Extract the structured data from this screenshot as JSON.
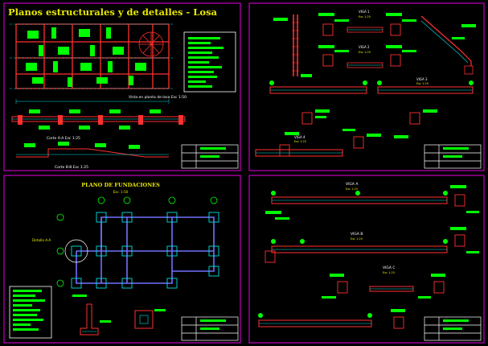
{
  "colors": {
    "background": "#000000",
    "sheet_frame": "#c000c0",
    "annotation": "#00ff00",
    "beam": "#ff3030",
    "cyan": "#00e0e0",
    "column": "#7070ff",
    "text_yellow": "#e8e800",
    "white": "#ffffff"
  },
  "sheets": {
    "s1": {
      "title": "Planos estructurales y de detalles - Losa",
      "plan_caption": "Vista en planta de losa Esc 1:50",
      "section_a": "Corte A-A Esc 1:25",
      "section_b": "Corte B-B Esc 1:25"
    },
    "s2": {
      "labels": [
        "VIGA 1",
        "VIGA 2",
        "VIGA 3",
        "VIGA 4"
      ],
      "scales": [
        "Esc 1:25",
        "Esc 1:25",
        "Esc 1:25",
        "Esc 1:25"
      ]
    },
    "s3": {
      "title": "PLANO DE FUNDACIONES",
      "subtitle": "Esc. 1:50",
      "detail_label": "Detalle A-A"
    },
    "s4": {
      "labels": [
        "VIGA A",
        "VIGA B",
        "VIGA C"
      ],
      "scales": [
        "Esc 1:25",
        "Esc 1:25",
        "Esc 1:25"
      ]
    }
  }
}
